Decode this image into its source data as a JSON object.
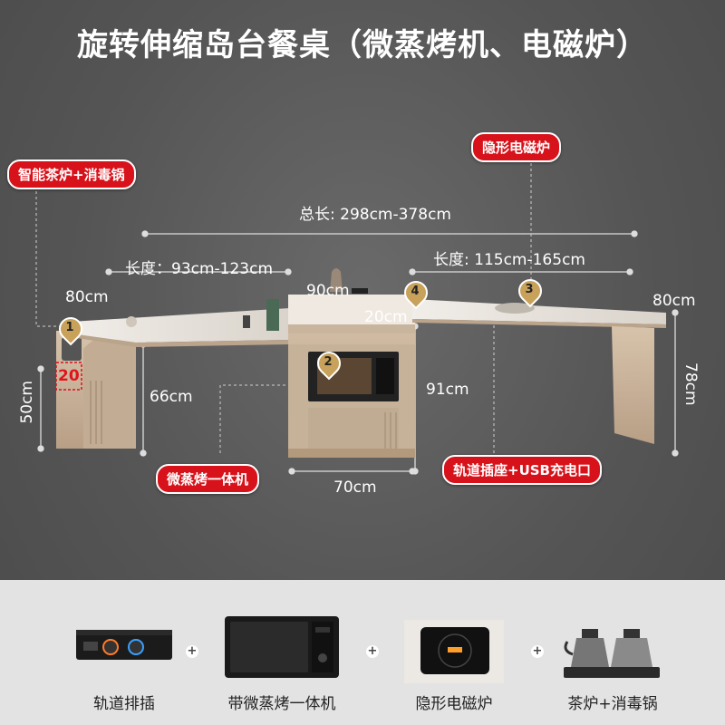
{
  "title": "旋转伸缩岛台餐桌（微蒸烤机、电磁炉）",
  "tags": {
    "tea_stove": "智能茶炉+消毒锅",
    "induction": "隐形电磁炉",
    "steam_oven": "微蒸烤一体机",
    "socket": "轨道插座+USB充电口"
  },
  "dimensions": {
    "total_length": "总长: 298cm-378cm",
    "left_length": "长度：93cm-123cm",
    "right_length": "长度: 115cm-165cm",
    "d80_left": "80cm",
    "d90": "90cm",
    "d20_top": "20cm",
    "d80_right": "80cm",
    "d20_red": "20",
    "d50": "50cm",
    "d66": "66cm",
    "d91": "91cm",
    "d78": "78cm",
    "d70": "70cm"
  },
  "pins": [
    "1",
    "2",
    "3",
    "4"
  ],
  "products": [
    {
      "label": "轨道排插",
      "icon": "socket-strip-icon"
    },
    {
      "label": "带微蒸烤一体机",
      "icon": "microwave-icon"
    },
    {
      "label": "隐形电磁炉",
      "icon": "induction-cooker-icon"
    },
    {
      "label": "茶炉+消毒锅",
      "icon": "kettle-icon"
    }
  ],
  "colors": {
    "tag_red": "#d8121b",
    "pin_gold": "#c8a15a",
    "cabinet_beige": "#c8b49c",
    "counter_top": "#e9e4dd"
  }
}
